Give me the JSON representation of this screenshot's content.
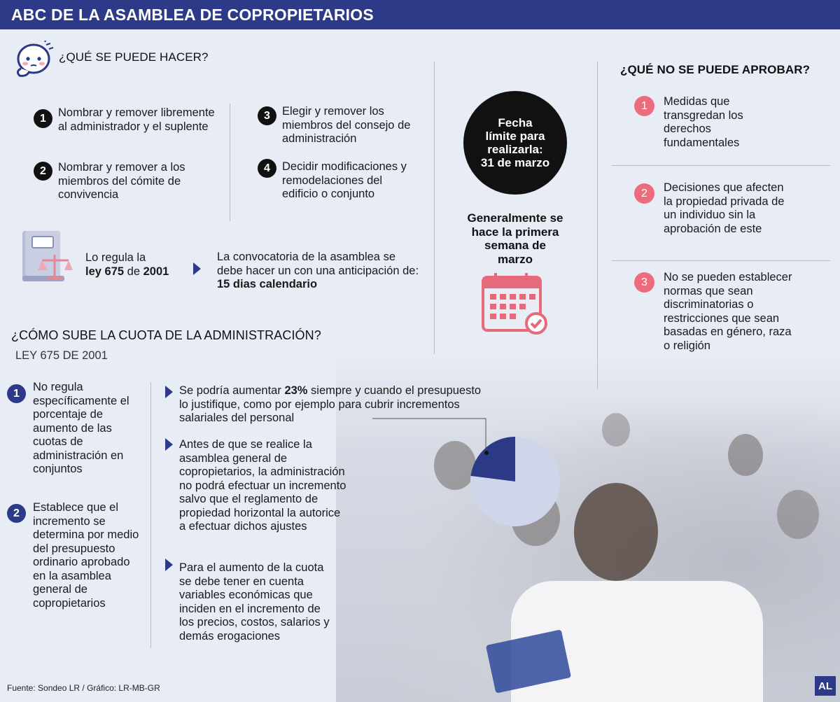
{
  "header": {
    "title": "ABC DE LA ASAMBLEA DE COPROPIETARIOS"
  },
  "que_se_puede": {
    "title": "¿QUÉ SE PUEDE HACER?",
    "items": [
      {
        "num": "1",
        "text": "Nombrar y remover libremente al administrador y el suplente"
      },
      {
        "num": "2",
        "text": "Nombrar y remover a los miembros del cómite de convivencia"
      },
      {
        "num": "3",
        "text": "Elegir y remover los miembros del consejo de administración"
      },
      {
        "num": "4",
        "text": "Decidir modificaciones y remodelaciones del edificio o conjunto"
      }
    ]
  },
  "ley": {
    "pre": "Lo regula la",
    "law": "ley 675",
    "de": " de ",
    "year": "2001",
    "convocatoria": "La convocatoria de la asamblea se debe hacer un con una anticipación de: ",
    "days": "15 dias calendario"
  },
  "fecha": {
    "circle": [
      "Fecha",
      "límite para",
      "realizarla:",
      "31 de marzo"
    ],
    "note": [
      "Generalmente se",
      "hace la primera",
      "semana de",
      "marzo"
    ]
  },
  "no_se_puede": {
    "title": "¿QUÉ NO SE PUEDE APROBAR?",
    "items": [
      {
        "num": "1",
        "text": "Medidas que transgredan los derechos fundamentales"
      },
      {
        "num": "2",
        "text": "Decisiones que afecten la propiedad privada de un individuo sin la aprobación de este"
      },
      {
        "num": "3",
        "text": "No se pueden establecer normas que sean discriminatorias o restricciones que sean basadas en género, raza o religión"
      }
    ]
  },
  "cuota": {
    "title": "¿CÓMO SUBE LA CUOTA DE LA ADMINISTRACIÓN?",
    "subtitle": "LEY 675 DE 2001",
    "items": [
      {
        "num": "1",
        "text": "No regula específicamente el porcentaje de aumento de las cuotas de administración en conjuntos"
      },
      {
        "num": "2",
        "text": "Establece que el incremento se determina por medio del presupuesto ordinario aprobado en la asamblea general de copropietarios"
      }
    ],
    "bullets": [
      {
        "pre": "Se podría aumentar ",
        "bold": "23%",
        "post": " siempre y cuando el presupuesto lo justifique, como por ejemplo para cubrir incrementos salariales del personal"
      },
      {
        "pre": "Antes de que se realice la asamblea general de copropietarios, la administración no podrá efectuar un incremento salvo que el reglamento de propiedad horizontal la autorice a efectuar dichos ajustes",
        "bold": "",
        "post": ""
      },
      {
        "pre": "Para el aumento de la cuota se debe tener en cuenta variables económicas que inciden en el incremento de los precios, costos, salarios y demás erogaciones",
        "bold": "",
        "post": ""
      }
    ]
  },
  "chart_data": {
    "type": "pie",
    "values": [
      23,
      77
    ],
    "colors": [
      "#2c3a87",
      "#cfd6ea"
    ]
  },
  "footer": {
    "source": "Fuente: Sondeo LR / Gráfico: LR-MB-GR",
    "logo": "AL"
  }
}
